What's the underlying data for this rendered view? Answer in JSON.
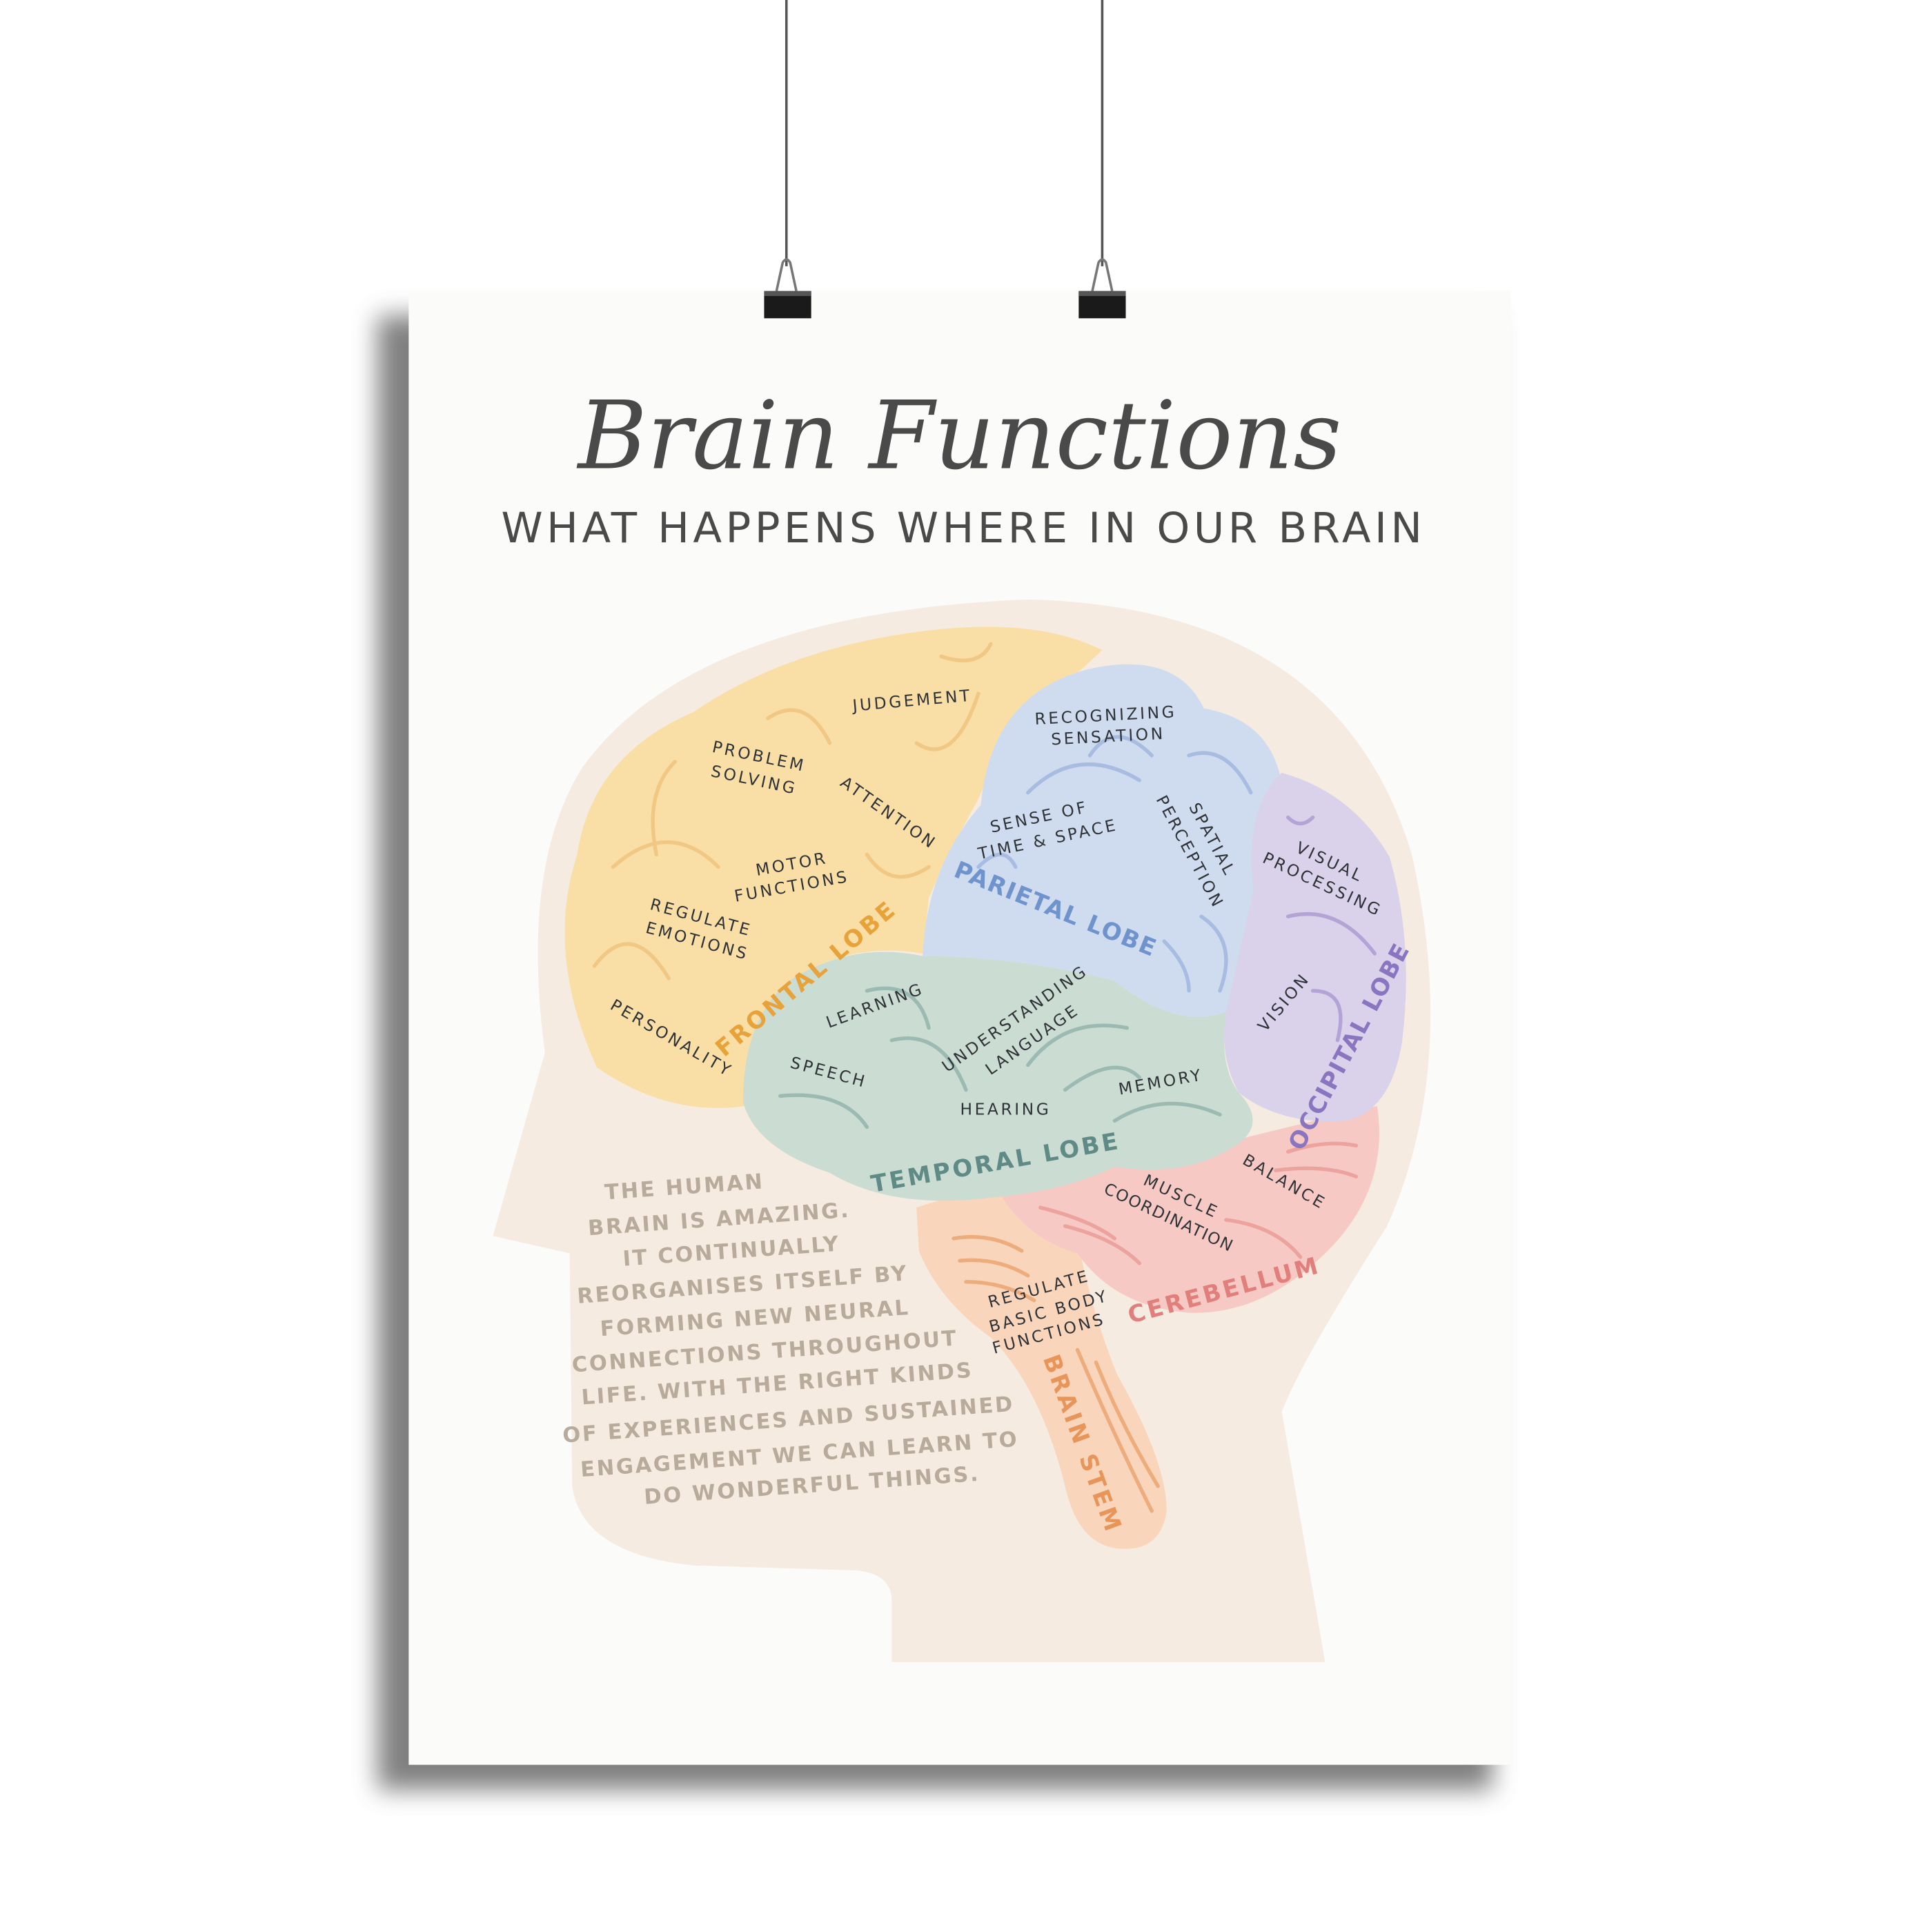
{
  "poster": {
    "title": "Brain Functions",
    "subtitle": "WHAT HAPPENS WHERE IN OUR BRAIN",
    "colors": {
      "background": "#fbfbfa",
      "head": "#f5ebe0",
      "frontal": "#f9dea6",
      "parietal": "#cfdcf0",
      "occipital": "#d9d2ea",
      "temporal": "#cbdcd3",
      "cerebellum": "#f7c9c4",
      "brain_stem": "#f9d5bb"
    },
    "lobes": {
      "frontal": {
        "label": "FRONTAL LOBE",
        "color": "#e8a23a",
        "functions": [
          "JUDGEMENT",
          "PROBLEM",
          "SOLVING",
          "ATTENTION",
          "MOTOR",
          "FUNCTIONS",
          "REGULATE",
          "EMOTIONS",
          "PERSONALITY"
        ]
      },
      "parietal": {
        "label": "PARIETAL LOBE",
        "color": "#6f93cc",
        "functions": [
          "RECOGNIZING",
          "SENSATION",
          "SENSE OF",
          "TIME & SPACE",
          "SPATIAL",
          "PERCEPTION"
        ]
      },
      "occipital": {
        "label": "OCCIPITAL LOBE",
        "color": "#8a75c0",
        "functions": [
          "VISUAL",
          "PROCESSING",
          "VISION"
        ]
      },
      "temporal": {
        "label": "TEMPORAL LOBE",
        "color": "#5f8a85",
        "functions": [
          "LEARNING",
          "UNDERSTANDING",
          "LANGUAGE",
          "SPEECH",
          "HEARING",
          "MEMORY"
        ]
      },
      "cerebellum": {
        "label": "CEREBELLUM",
        "color": "#e07f7b",
        "functions": [
          "BALANCE",
          "MUSCLE",
          "COORDINATION"
        ]
      },
      "brain_stem": {
        "label": "BRAIN STEM",
        "color": "#e8955a",
        "functions": [
          "REGULATE",
          "BASIC BODY",
          "FUNCTIONS"
        ]
      }
    },
    "paragraph": [
      "THE HUMAN",
      "BRAIN IS AMAZING.",
      "IT CONTINUALLY",
      "REORGANISES ITSELF BY",
      "FORMING NEW NEURAL",
      "CONNECTIONS THROUGHOUT",
      "LIFE. WITH THE RIGHT KINDS",
      "OF EXPERIENCES AND SUSTAINED",
      "ENGAGEMENT WE CAN LEARN TO",
      "DO WONDERFUL THINGS."
    ]
  }
}
